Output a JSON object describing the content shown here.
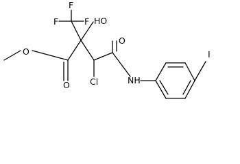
{
  "structure": {
    "atom_labels": {
      "f_top": "F",
      "f_left": "F",
      "f_right": "F",
      "hydroxyl": "HO",
      "ester_oxygen": "O",
      "ester_carbonyl_oxygen": "O",
      "amide_oxygen": "O",
      "chlorine": "Cl",
      "amide_nitrogen": "NH",
      "iodine": "I"
    }
  }
}
